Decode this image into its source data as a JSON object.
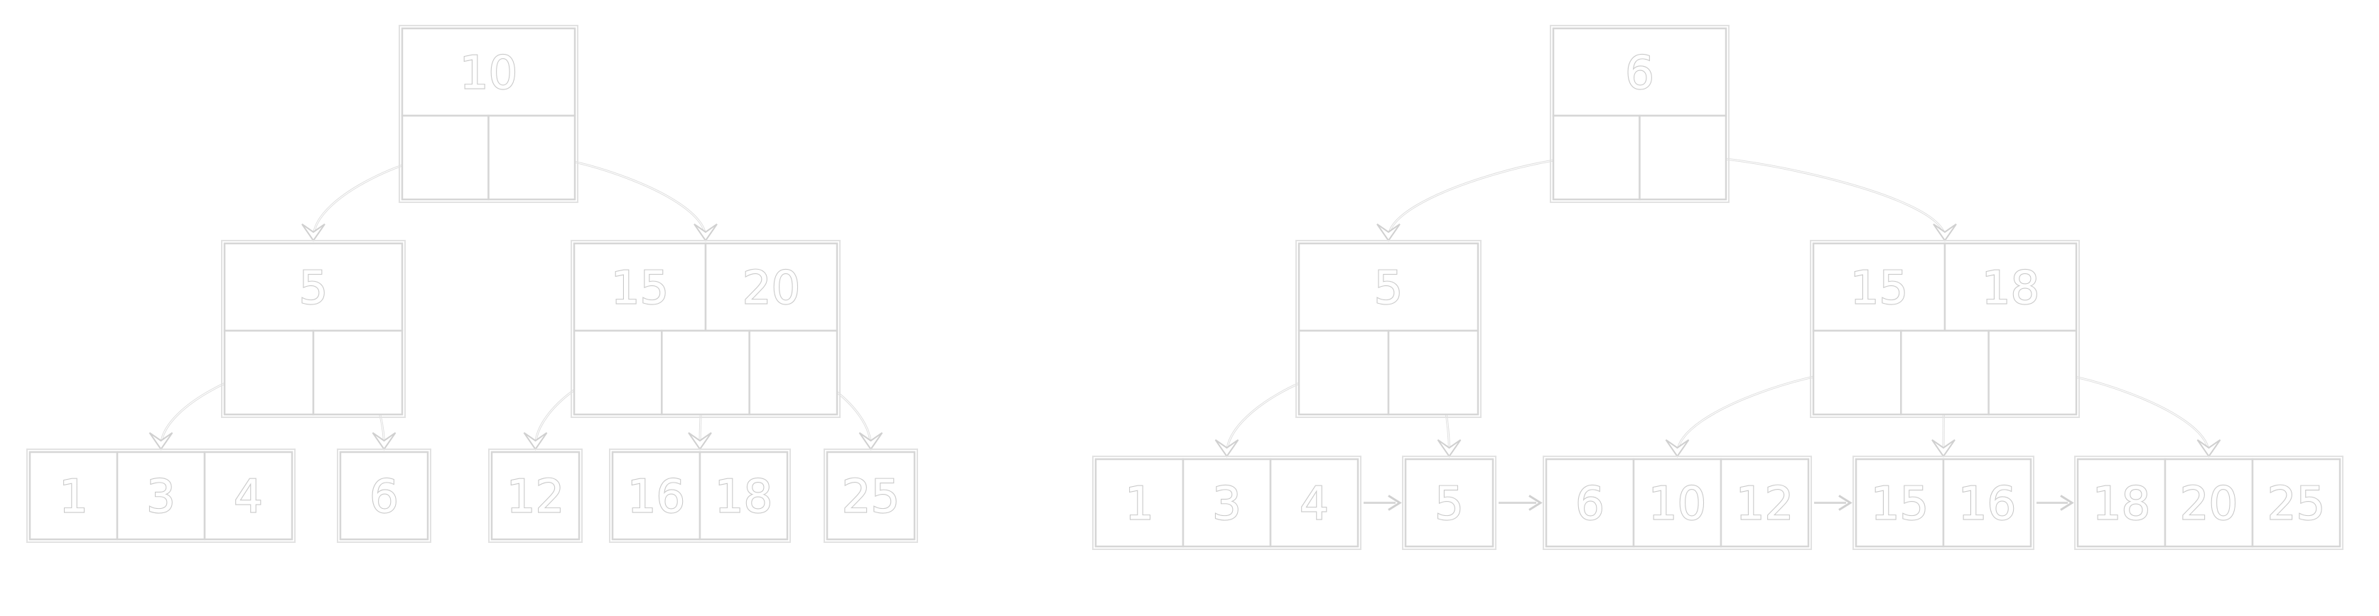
{
  "diagram": {
    "colors": {
      "background": "#ffffff",
      "stroke": "#d6d6d6",
      "text_outline": "#c9c9c9"
    },
    "trees": [
      {
        "nodes": [
          {
            "id": "L-root",
            "keys": [
              "10"
            ],
            "level": 0
          },
          {
            "id": "L-i1",
            "keys": [
              "5"
            ],
            "level": 1
          },
          {
            "id": "L-i2",
            "keys": [
              "15",
              "20"
            ],
            "level": 1
          },
          {
            "id": "L-l1",
            "keys": [
              "1",
              "3",
              "4"
            ],
            "level": 2
          },
          {
            "id": "L-l2",
            "keys": [
              "6"
            ],
            "level": 2
          },
          {
            "id": "L-l3",
            "keys": [
              "12"
            ],
            "level": 2
          },
          {
            "id": "L-l4",
            "keys": [
              "16",
              "18"
            ],
            "level": 2
          },
          {
            "id": "L-l5",
            "keys": [
              "25"
            ],
            "level": 2
          }
        ],
        "edges": [
          {
            "from": "L-root",
            "ptr": 0,
            "to": "L-i1"
          },
          {
            "from": "L-root",
            "ptr": 1,
            "to": "L-i2"
          },
          {
            "from": "L-i1",
            "ptr": 0,
            "to": "L-l1"
          },
          {
            "from": "L-i1",
            "ptr": 1,
            "to": "L-l2"
          },
          {
            "from": "L-i2",
            "ptr": 0,
            "to": "L-l3"
          },
          {
            "from": "L-i2",
            "ptr": 1,
            "to": "L-l4"
          },
          {
            "from": "L-i2",
            "ptr": 2,
            "to": "L-l5"
          }
        ],
        "leaf_links": false
      },
      {
        "nodes": [
          {
            "id": "R-root",
            "keys": [
              "6"
            ],
            "level": 0
          },
          {
            "id": "R-i1",
            "keys": [
              "5"
            ],
            "level": 1
          },
          {
            "id": "R-i2",
            "keys": [
              "15",
              "18"
            ],
            "level": 1
          },
          {
            "id": "R-l1",
            "keys": [
              "1",
              "3",
              "4"
            ],
            "level": 2
          },
          {
            "id": "R-l2",
            "keys": [
              "5"
            ],
            "level": 2
          },
          {
            "id": "R-l3",
            "keys": [
              "6",
              "10",
              "12"
            ],
            "level": 2
          },
          {
            "id": "R-l4",
            "keys": [
              "15",
              "16"
            ],
            "level": 2
          },
          {
            "id": "R-l5",
            "keys": [
              "18",
              "20",
              "25"
            ],
            "level": 2
          }
        ],
        "edges": [
          {
            "from": "R-root",
            "ptr": 0,
            "to": "R-i1"
          },
          {
            "from": "R-root",
            "ptr": 1,
            "to": "R-i2"
          },
          {
            "from": "R-i1",
            "ptr": 0,
            "to": "R-l1"
          },
          {
            "from": "R-i1",
            "ptr": 1,
            "to": "R-l2"
          },
          {
            "from": "R-i2",
            "ptr": 0,
            "to": "R-l3"
          },
          {
            "from": "R-i2",
            "ptr": 1,
            "to": "R-l4"
          },
          {
            "from": "R-i2",
            "ptr": 2,
            "to": "R-l5"
          }
        ],
        "leaf_links": true
      }
    ]
  }
}
